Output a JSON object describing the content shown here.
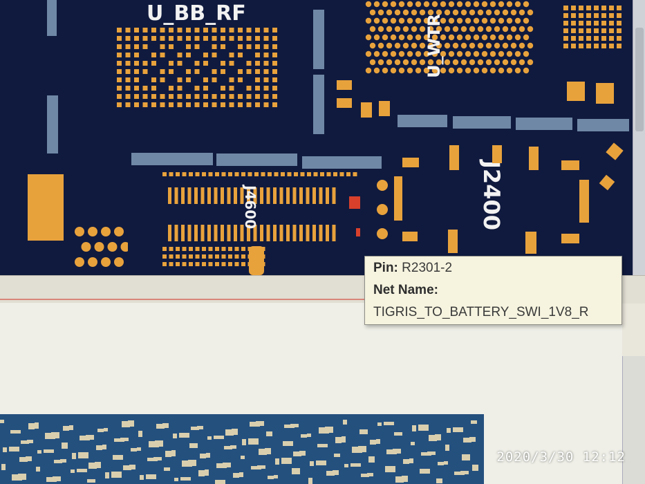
{
  "board": {
    "labels": {
      "bb_rf": "U_BB_RF",
      "wtr": "U_WTR",
      "j4600": "J4600",
      "j2400": "J2400"
    },
    "highlight_color": "#d8402c",
    "pad_color": "#e8a23c",
    "background_color": "#101a3e"
  },
  "tooltip": {
    "pin_label": "Pin:",
    "pin_value": "R2301-2",
    "net_label": "Net Name:",
    "net_value": "TIGRIS_TO_BATTERY_SWI_1V8_R"
  },
  "photo_timestamp": "2020/3/30  12:12"
}
